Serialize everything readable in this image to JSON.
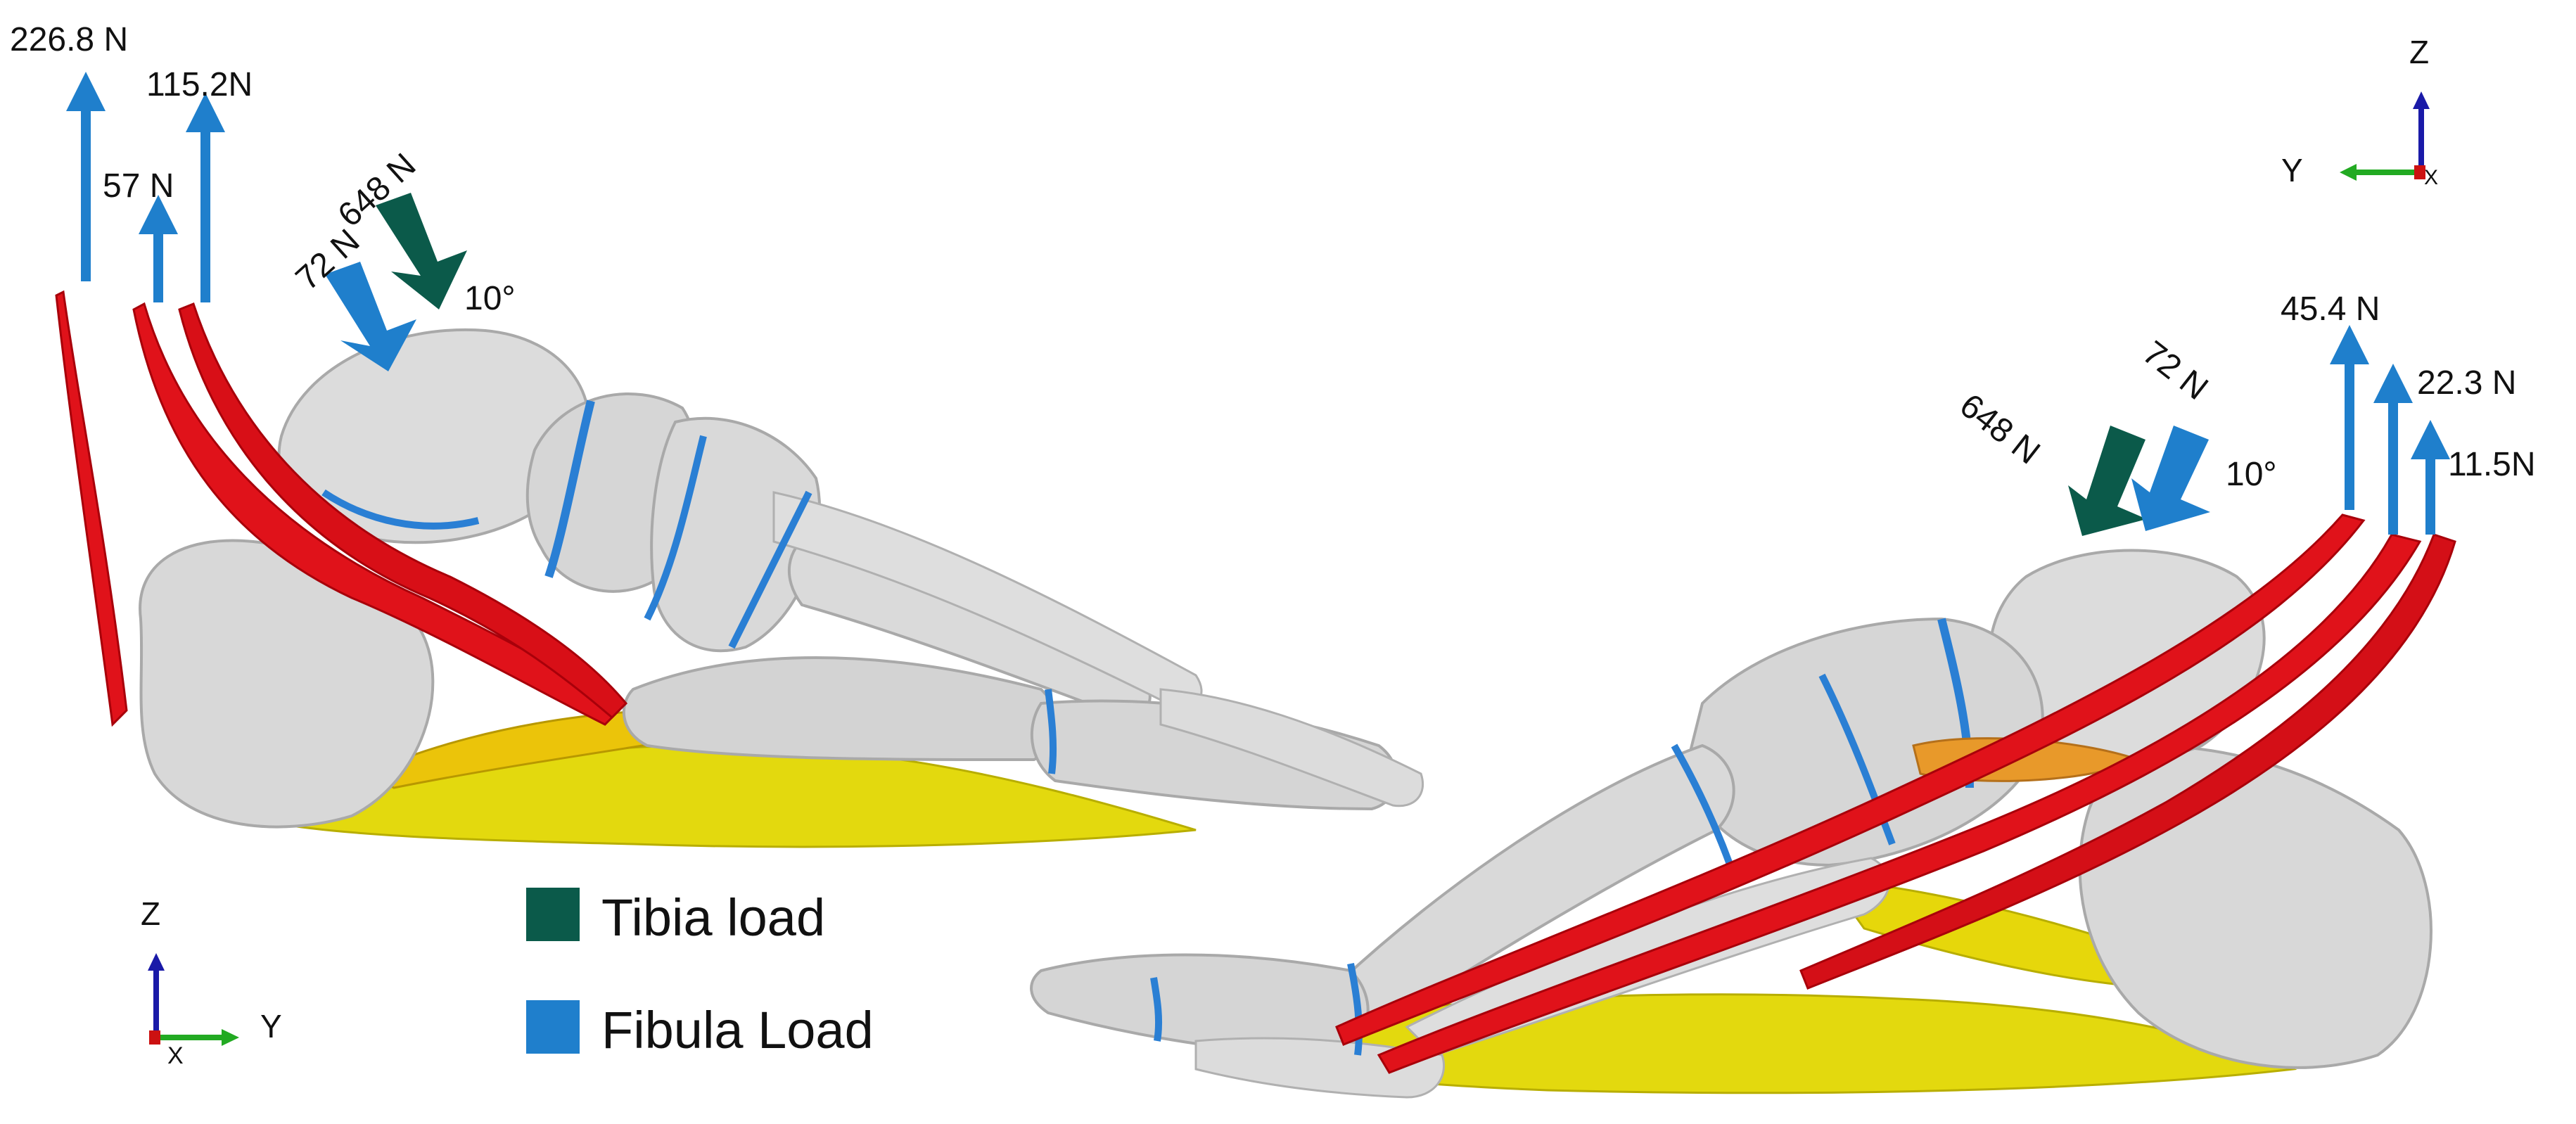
{
  "colors": {
    "tibia": "#0b5a4a",
    "fibula": "#1f7fcc",
    "bone": "#d9d9d9",
    "bone_edge": "#b5b5b5",
    "ligament": "#e0121a",
    "fascia": "#e5dc10",
    "cartilage": "#2a7fd4",
    "axis_z": "#1a1aa8",
    "axis_y": "#22aa22",
    "axis_x": "#cc1111"
  },
  "left_foot": {
    "forces": {
      "f1": "226.8 N",
      "f2": "57 N",
      "f3": "115.2N",
      "tibia": "648 N",
      "fibula": "72 N",
      "angle": "10°"
    },
    "triad": {
      "z": "Z",
      "y": "Y",
      "x": "X"
    }
  },
  "right_foot": {
    "forces": {
      "f1": "45.4 N",
      "f2": "22.3 N",
      "f3": "11.5N",
      "tibia": "648 N",
      "fibula": "72 N",
      "angle": "10°"
    },
    "triad": {
      "z": "Z",
      "y": "Y",
      "x": "X"
    }
  },
  "legend": {
    "tibia_label": "Tibia load",
    "fibula_label": "Fibula Load"
  }
}
